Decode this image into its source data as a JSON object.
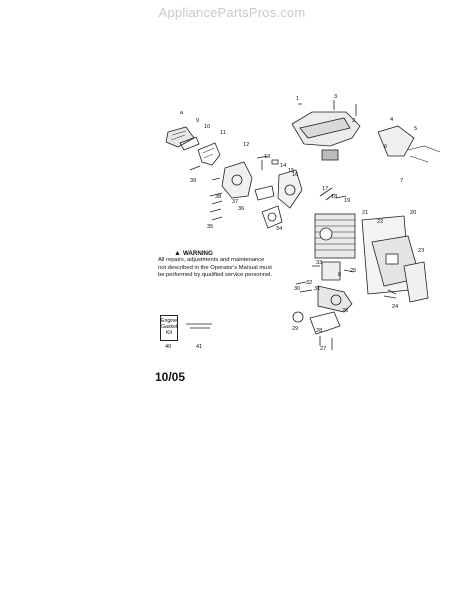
{
  "watermark": "AppliancePartsPros.com",
  "warning": {
    "heading": "WARNING",
    "text": "All repairs, adjustments and maintenance not described in the Operator's Manual must be performed by qualified service personnel."
  },
  "kit": {
    "label_line1": "Engine",
    "label_line2": "Gasket",
    "label_line3": "Kit"
  },
  "date_code": "10/05",
  "callouts": {
    "c_a": "a",
    "c_9": "9",
    "c_10": "10",
    "c_11": "11",
    "c_12": "12",
    "c_13": "13",
    "c_14": "14",
    "c_15": "15",
    "c_16": "16",
    "c_39": "39",
    "c_38": "38",
    "c_37": "37",
    "c_36": "36",
    "c_35": "35",
    "c_34": "34",
    "c_1": "1",
    "c_2": "2",
    "c_3": "3",
    "c_4": "4",
    "c_5": "5",
    "c_6": "6",
    "c_7": "7",
    "c_17": "17",
    "c_18": "18",
    "c_19": "19",
    "c_20": "20",
    "c_21": "21",
    "c_22": "22",
    "c_23": "23",
    "c_24": "24",
    "c_25": "25",
    "c_26": "26",
    "c_27": "27",
    "c_28": "28",
    "c_29": "29",
    "c_30": "30",
    "c_31": "31",
    "c_32": "32",
    "c_33": "33",
    "c_8": "8",
    "c_40": "40",
    "c_41": "41"
  }
}
